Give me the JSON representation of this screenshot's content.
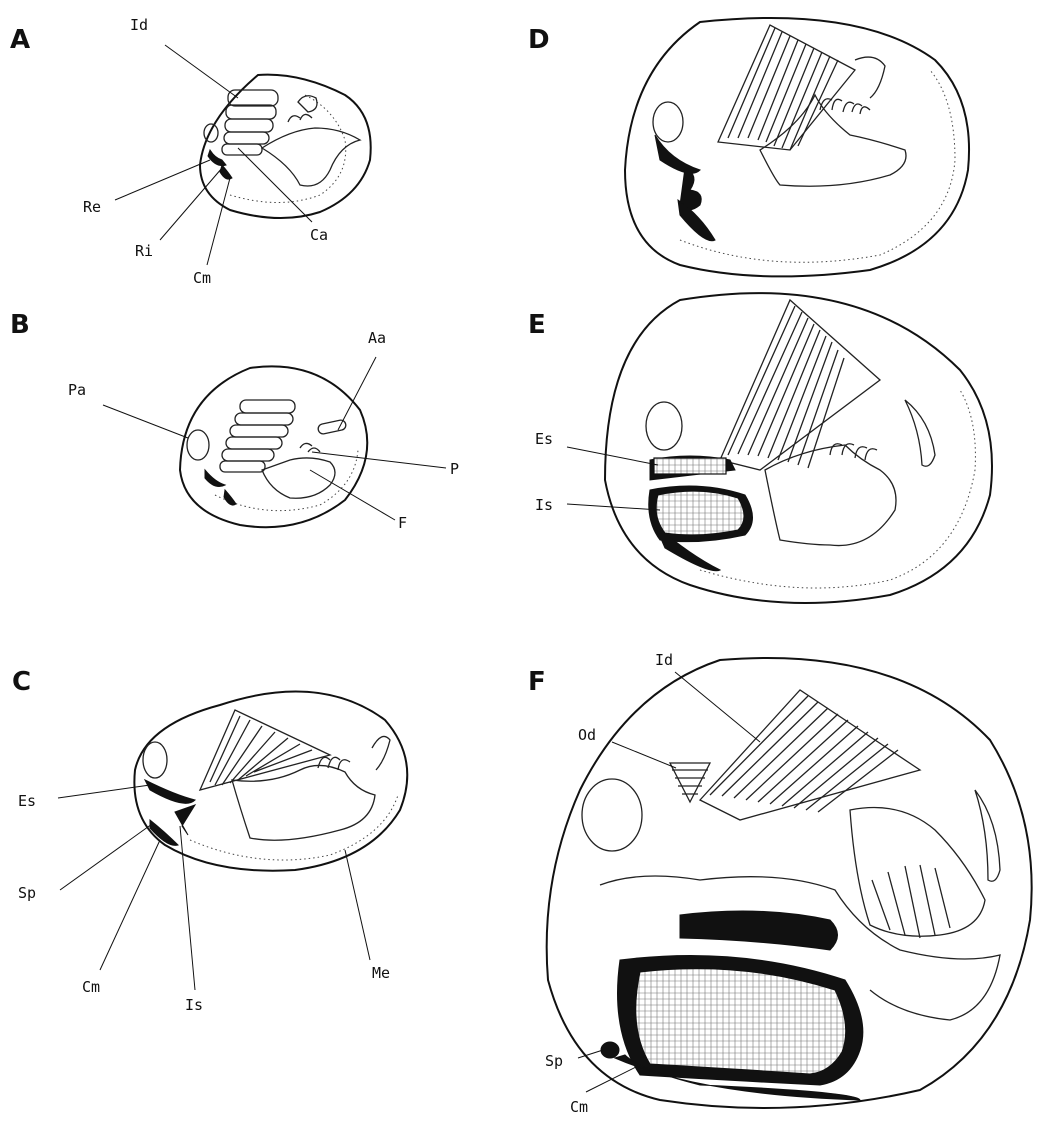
{
  "figure": {
    "panels": [
      "A",
      "B",
      "C",
      "D",
      "E",
      "F"
    ],
    "labels": {
      "A": [
        "Id",
        "Re",
        "Ri",
        "Ca",
        "Cm"
      ],
      "B": [
        "Pa",
        "Aa",
        "P",
        "F"
      ],
      "C": [
        "Es",
        "Sp",
        "Cm",
        "Is",
        "Me"
      ],
      "E": [
        "Es",
        "Is"
      ],
      "F": [
        "Id",
        "Od",
        "Sp",
        "Cm"
      ]
    }
  }
}
